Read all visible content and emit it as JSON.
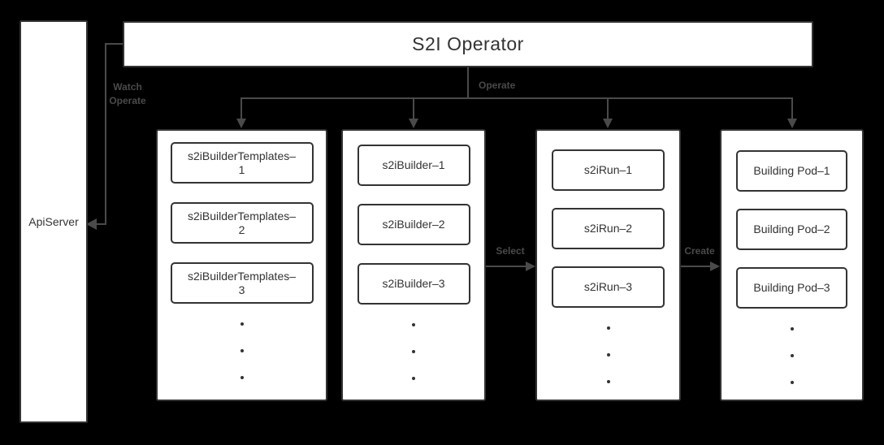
{
  "diagram": {
    "title_node": {
      "label": "S2I Operator"
    },
    "api_server_node": {
      "label": "ApiServer"
    },
    "edges": {
      "watch_label": "Watch\nOperate",
      "operate_label": "Operate",
      "select_label": "Select",
      "create_label": "Create"
    },
    "columns": [
      {
        "name": "s2i-builder-templates",
        "items": [
          "s2iBuilderTemplates–\n1",
          "s2iBuilderTemplates–\n2",
          "s2iBuilderTemplates–\n3"
        ],
        "ellipsis": "true"
      },
      {
        "name": "s2i-builders",
        "items": [
          "s2iBuilder–1",
          "s2iBuilder–2",
          "s2iBuilder–3"
        ],
        "ellipsis": "true"
      },
      {
        "name": "s2i-runs",
        "items": [
          "s2iRun–1",
          "s2iRun–2",
          "s2iRun–3"
        ],
        "ellipsis": "true"
      },
      {
        "name": "building-pods",
        "items": [
          "Building Pod–1",
          "Building Pod–2",
          "Building Pod–3"
        ],
        "ellipsis": "true"
      }
    ],
    "colors": {
      "background": "#000000",
      "box_background": "#ffffff",
      "box_border": "#333333",
      "box_text": "#333333",
      "connector_line": "#4a4a4a",
      "edge_label_text": "#4a4a4a"
    }
  }
}
